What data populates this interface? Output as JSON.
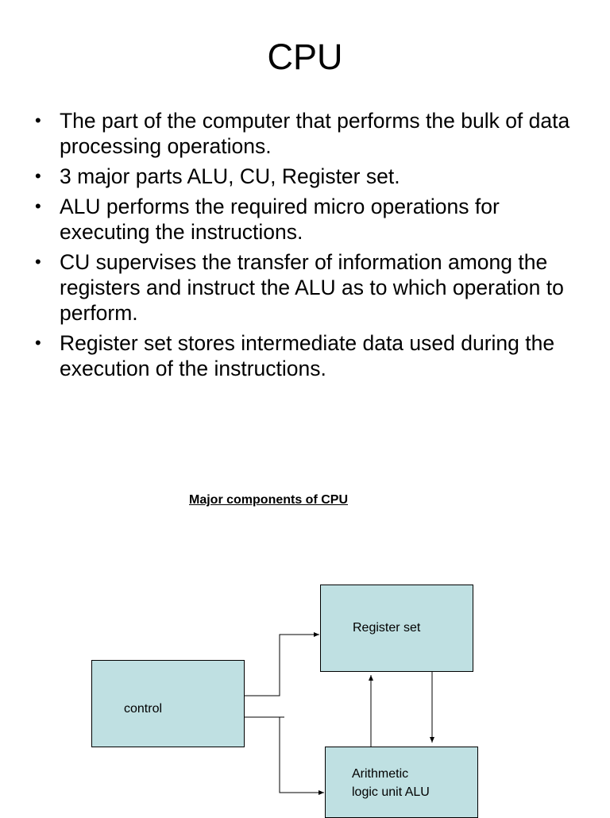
{
  "slide": {
    "title": "CPU",
    "bullets": [
      "The part of the computer that performs the bulk of data processing operations.",
      "3 major parts ALU, CU, Register set.",
      "ALU performs the required micro operations  for executing  the instructions.",
      "CU supervises the transfer of information among the registers and instruct the ALU as to which operation to perform.",
      "Register set stores intermediate data used during the execution of the instructions."
    ],
    "bullet_glyph": "•"
  },
  "diagram": {
    "caption": "Major components of CPU",
    "boxes": {
      "register_set": "Register set",
      "control": "control",
      "alu": "Arithmetic\nlogic unit ALU"
    },
    "box_color": "#bfe0e2"
  }
}
